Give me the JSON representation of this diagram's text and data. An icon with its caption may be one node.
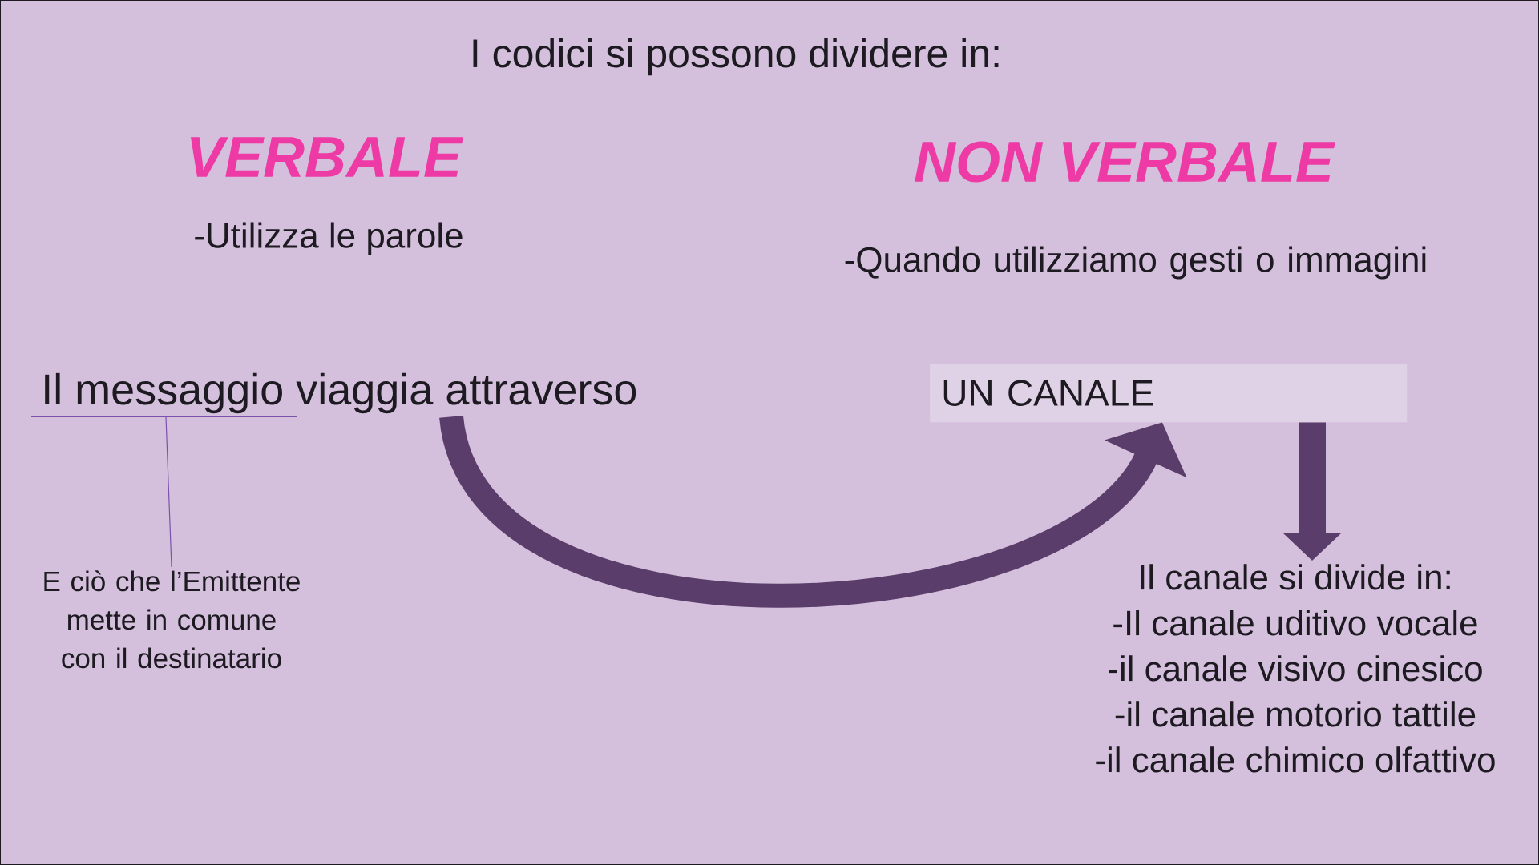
{
  "diagram": {
    "title": "I codici si possono dividere in:",
    "nodes": [
      {
        "text": [
          "Il messaggio viaggia attraverso"
        ]
      },
      {
        "text": [
          "UN CANALE"
        ]
      },
      {
        "text": [
          "Il canale si divide in:",
          "-Il canale uditivo vocale",
          "-il canale visivo cinesico",
          "-il canale motorio tattile",
          "-il canale chimico olfattivo"
        ]
      },
      {
        "text": [
          "E ciò che l’Emittente mette in comune con il destinatario"
        ]
      }
    ],
    "edges": [
      {
        "from": 0,
        "to": 1,
        "arrow": "to"
      },
      {
        "from": 1,
        "to": 2,
        "arrow": "to"
      },
      {
        "from": 3,
        "to": 0,
        "arrow": "none",
        "color": "#7b52ab"
      }
    ],
    "labels": [
      "VERBALE",
      "NON VERBALE",
      "-Utilizza le parole",
      "-Quando utilizziamo gesti o immagini"
    ]
  }
}
